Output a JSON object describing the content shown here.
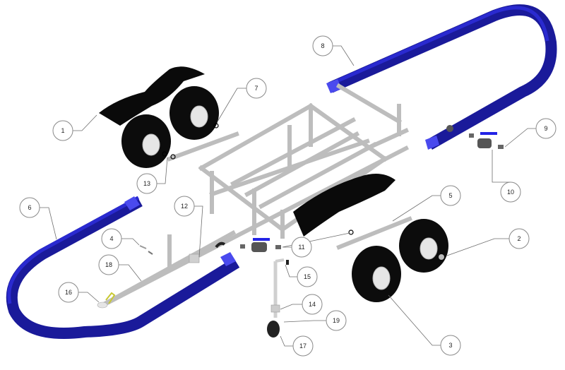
{
  "diagram": {
    "type": "exploded-parts-view",
    "subject": "trailer assembly",
    "colors": {
      "background": "#ffffff",
      "bunk_tube": "#1a1a9a",
      "bunk_pad": "#4a4aee",
      "frame": "#d9d9d9",
      "tire": "#0c0c0c",
      "valve_handle": "#2323e6",
      "safety_chain": "#c8c832"
    },
    "balloons": [
      {
        "id": "1",
        "label": "1",
        "part": "fender (left)"
      },
      {
        "id": "2",
        "label": "2",
        "part": "hub cap"
      },
      {
        "id": "3",
        "label": "3",
        "part": "wheel and tire"
      },
      {
        "id": "4",
        "label": "4",
        "part": "pin and clip"
      },
      {
        "id": "5",
        "label": "5",
        "part": "axle"
      },
      {
        "id": "6",
        "label": "6",
        "part": "bunk tube (front)"
      },
      {
        "id": "7",
        "label": "7",
        "part": "lug fastener"
      },
      {
        "id": "8",
        "label": "8",
        "part": "bunk tube (rear)"
      },
      {
        "id": "9",
        "label": "9",
        "part": "hose fitting"
      },
      {
        "id": "10",
        "label": "10",
        "part": "ball valve"
      },
      {
        "id": "11",
        "label": "11",
        "part": "spindle bolt and washer"
      },
      {
        "id": "12",
        "label": "12",
        "part": "mount bracket plate"
      },
      {
        "id": "13",
        "label": "13",
        "part": "spindle bolt and washer"
      },
      {
        "id": "14",
        "label": "14",
        "part": "jack clamp"
      },
      {
        "id": "15",
        "label": "15",
        "part": "jack handle knob"
      },
      {
        "id": "16",
        "label": "16",
        "part": "coupler and safety chain"
      },
      {
        "id": "17",
        "label": "17",
        "part": "jack wheel"
      },
      {
        "id": "18",
        "label": "18",
        "part": "tongue"
      },
      {
        "id": "19",
        "label": "19",
        "part": "tongue jack"
      }
    ]
  }
}
